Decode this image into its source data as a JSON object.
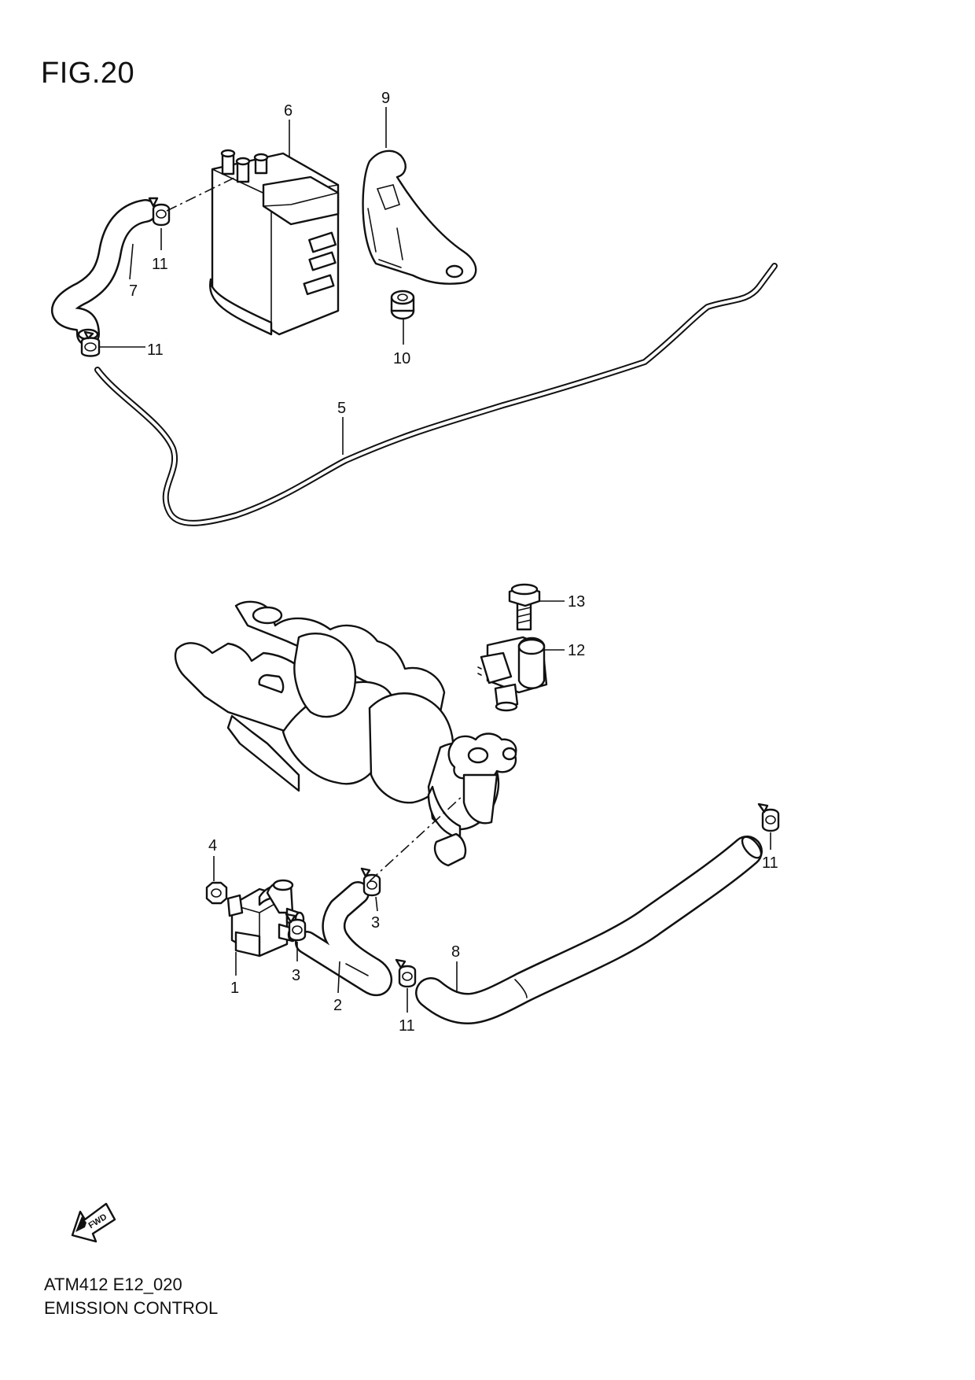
{
  "figure": {
    "title": "FIG.20",
    "code": "ATM412 E12_020",
    "name": "EMISSION CONTROL",
    "direction_label": "FWD"
  },
  "callouts": {
    "c1": "1",
    "c2": "2",
    "c3a": "3",
    "c3b": "3",
    "c4": "4",
    "c5": "5",
    "c6": "6",
    "c7": "7",
    "c8": "8",
    "c9": "9",
    "c10": "10",
    "c11a": "11",
    "c11b": "11",
    "c11c": "11",
    "c11d": "11",
    "c12": "12",
    "c13": "13"
  }
}
